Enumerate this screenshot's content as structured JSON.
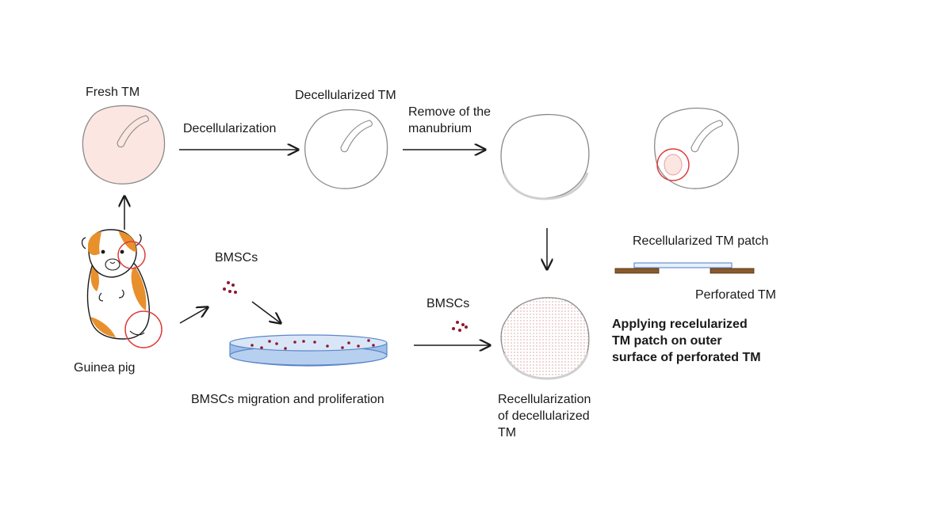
{
  "labels": {
    "fresh_tm": "Fresh TM",
    "decellularization": "Decellularization",
    "decellularized_tm": "Decellularized TM",
    "remove_manubrium": "Remove of the\nmanubrium",
    "bmscs_1": "BMSCs",
    "bmscs_2": "BMSCs",
    "guinea_pig": "Guinea pig",
    "migration": "BMSCs migration and proliferation",
    "recellularization": "Recellularization\nof decellularized\nTM",
    "patch": "Recellularized TM patch",
    "perforated": "Perforated TM",
    "applying": "Applying  recelularized\nTM patch on outer\nsurface of perforated TM"
  },
  "colors": {
    "stroke": "#8a8a8a",
    "fresh_fill": "#fbe6e1",
    "red_circle": "#e03a3a",
    "cell_dot": "#8b1a2b",
    "dish_blue": "#9fbfe8",
    "dish_edge": "#5b86c9",
    "patch_brown": "#8b5a2b",
    "pig_orange": "#e8902c"
  }
}
